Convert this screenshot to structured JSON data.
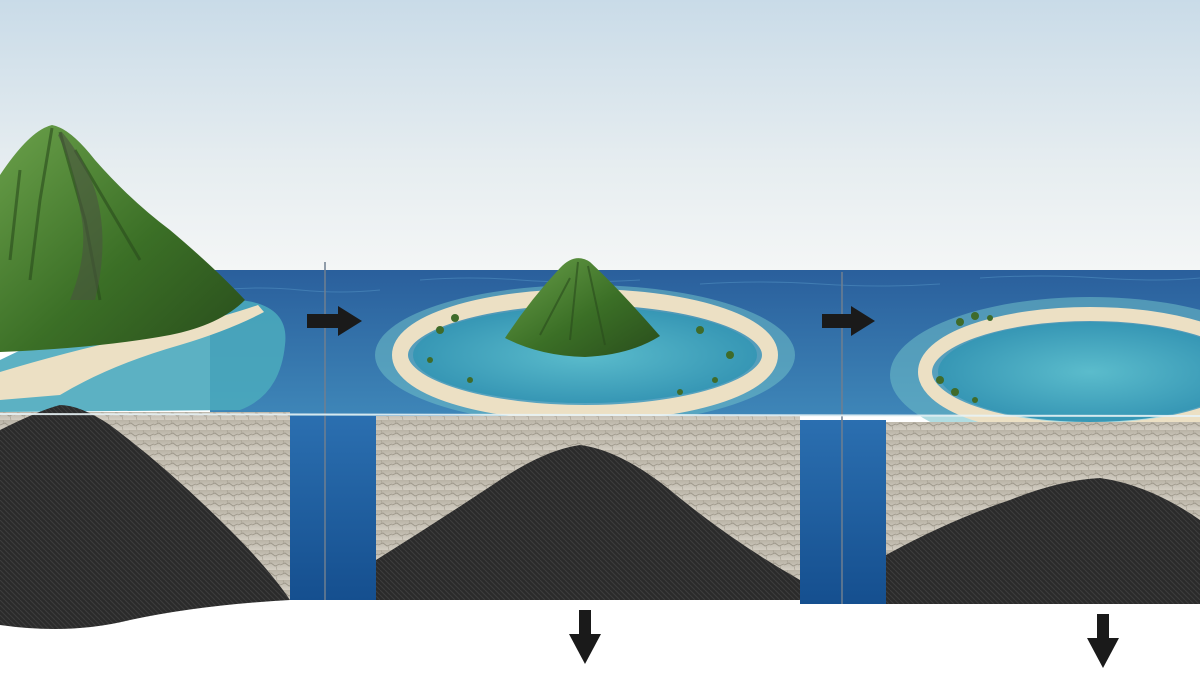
{
  "diagram": {
    "stages": [
      {
        "id": "fringing-reef",
        "island": "volcanic-island",
        "reef": "fringing-reef"
      },
      {
        "id": "barrier-reef",
        "island": "volcanic-island",
        "reef": "barrier-reef",
        "lagoon": true
      },
      {
        "id": "atoll",
        "island": "none",
        "reef": "atoll",
        "lagoon": true
      }
    ],
    "progression_arrows": [
      {
        "from": "fringing-reef",
        "to": "barrier-reef",
        "direction": "right"
      },
      {
        "from": "barrier-reef",
        "to": "atoll",
        "direction": "right"
      }
    ],
    "subsidence_arrows": [
      {
        "stage": "barrier-reef",
        "direction": "down"
      },
      {
        "stage": "atoll",
        "direction": "down"
      }
    ],
    "colors": {
      "sky_top": "#c9dbe8",
      "sky_bottom": "#f4f6f6",
      "ocean": "#2b6ca8",
      "lagoon": "#3fa6bf",
      "deep_water": "#1d5fa0",
      "reef_rock": "#c8c2b4",
      "volcanic_rock": "#2e2e2e",
      "vegetation": "#3f7a2a",
      "sand": "#ece0c4",
      "arrow": "#1a1a1a"
    }
  }
}
